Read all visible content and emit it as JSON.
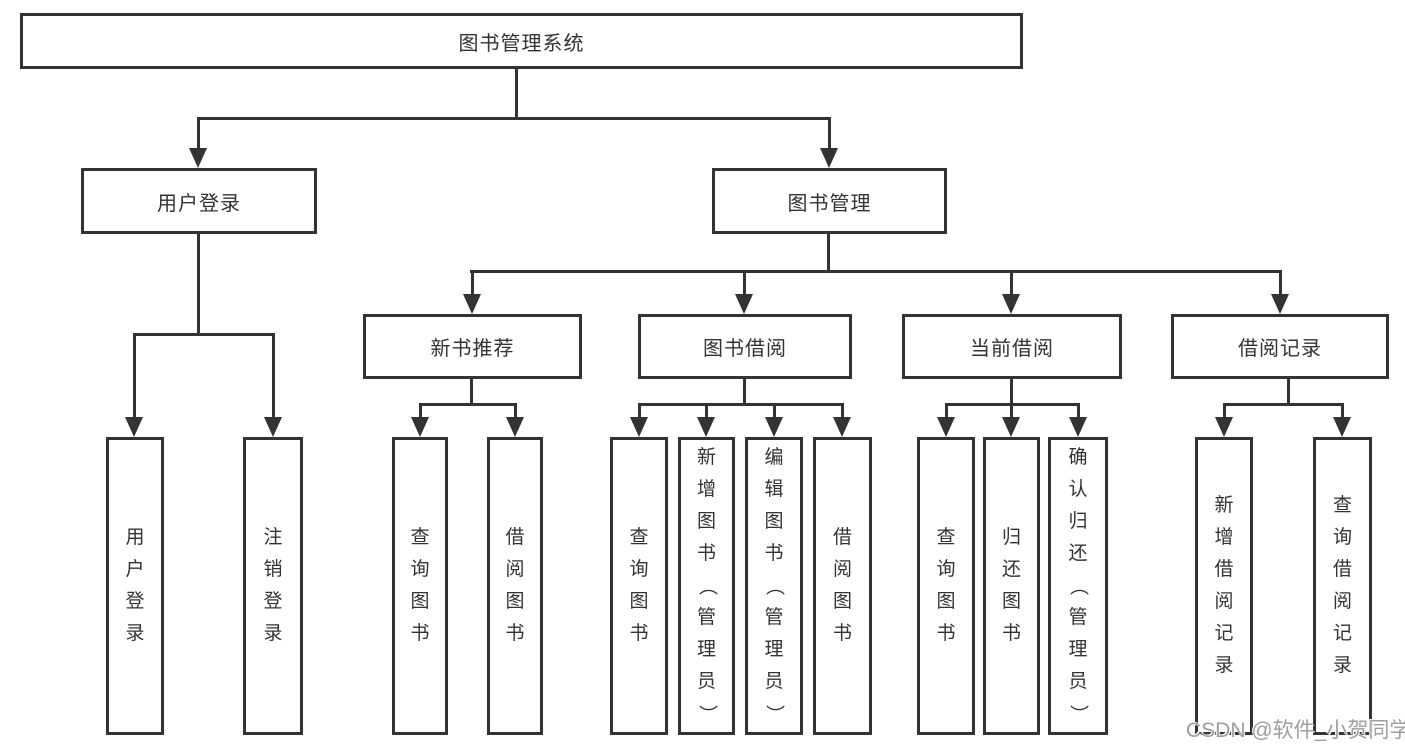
{
  "diagram": {
    "title": "图书管理系统",
    "colors": {
      "line": "#333333",
      "text": "#333333",
      "background": "#ffffff",
      "watermark": "#9e9e9e"
    },
    "tree": {
      "label": "图书管理系统",
      "children": [
        {
          "label": "用户登录",
          "children": [
            {
              "label": "用户登录"
            },
            {
              "label": "注销登录"
            }
          ]
        },
        {
          "label": "图书管理",
          "children": [
            {
              "label": "新书推荐",
              "children": [
                {
                  "label": "查询图书"
                },
                {
                  "label": "借阅图书"
                }
              ]
            },
            {
              "label": "图书借阅",
              "children": [
                {
                  "label": "查询图书"
                },
                {
                  "label": "新增图书（管理员）"
                },
                {
                  "label": "编辑图书（管理员）"
                },
                {
                  "label": "借阅图书"
                }
              ]
            },
            {
              "label": "当前借阅",
              "children": [
                {
                  "label": "查询图书"
                },
                {
                  "label": "归还图书"
                },
                {
                  "label": "确认归还（管理员）"
                }
              ]
            },
            {
              "label": "借阅记录",
              "children": [
                {
                  "label": "新增借阅记录"
                },
                {
                  "label": "查询借阅记录"
                }
              ]
            }
          ]
        }
      ]
    },
    "watermark": {
      "text": "CSDN @软件_小贺同学"
    }
  }
}
